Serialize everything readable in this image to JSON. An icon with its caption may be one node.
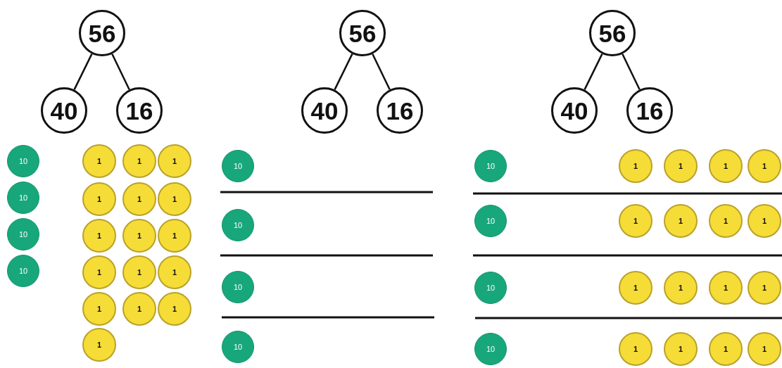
{
  "diagram": {
    "nodes": [
      {
        "text": [
          "56"
        ]
      },
      {
        "text": [
          "40"
        ]
      },
      {
        "text": [
          "16"
        ]
      },
      {
        "text": [
          "10"
        ]
      },
      {
        "text": [
          "10"
        ]
      },
      {
        "text": [
          "10"
        ]
      },
      {
        "text": [
          "10"
        ]
      },
      {
        "text": [
          "1"
        ]
      },
      {
        "text": [
          "1"
        ]
      },
      {
        "text": [
          "1"
        ]
      },
      {
        "text": [
          "1"
        ]
      },
      {
        "text": [
          "1"
        ]
      },
      {
        "text": [
          "1"
        ]
      },
      {
        "text": [
          "1"
        ]
      },
      {
        "text": [
          "1"
        ]
      },
      {
        "text": [
          "1"
        ]
      },
      {
        "text": [
          "1"
        ]
      },
      {
        "text": [
          "1"
        ]
      },
      {
        "text": [
          "1"
        ]
      },
      {
        "text": [
          "1"
        ]
      },
      {
        "text": [
          "1"
        ]
      },
      {
        "text": [
          "1"
        ]
      },
      {
        "text": [
          "1"
        ]
      },
      {
        "text": [
          "56"
        ]
      },
      {
        "text": [
          "40"
        ]
      },
      {
        "text": [
          "16"
        ]
      },
      {
        "text": [
          "10"
        ]
      },
      {
        "text": [
          "10"
        ]
      },
      {
        "text": [
          "10"
        ]
      },
      {
        "text": [
          "10"
        ]
      },
      {
        "text": [
          "56"
        ]
      },
      {
        "text": [
          "40"
        ]
      },
      {
        "text": [
          "16"
        ]
      },
      {
        "text": [
          "10"
        ]
      },
      {
        "text": [
          "1"
        ]
      },
      {
        "text": [
          "1"
        ]
      },
      {
        "text": [
          "1"
        ]
      },
      {
        "text": [
          "1"
        ]
      },
      {
        "text": [
          "10"
        ]
      },
      {
        "text": [
          "1"
        ]
      },
      {
        "text": [
          "1"
        ]
      },
      {
        "text": [
          "1"
        ]
      },
      {
        "text": [
          "1"
        ]
      },
      {
        "text": [
          "10"
        ]
      },
      {
        "text": [
          "1"
        ]
      },
      {
        "text": [
          "1"
        ]
      },
      {
        "text": [
          "1"
        ]
      },
      {
        "text": [
          "1"
        ]
      },
      {
        "text": [
          "10"
        ]
      },
      {
        "text": [
          "1"
        ]
      },
      {
        "text": [
          "1"
        ]
      },
      {
        "text": [
          "1"
        ]
      },
      {
        "text": [
          "1"
        ]
      }
    ],
    "edges": [
      {
        "from": 0,
        "to": 1,
        "arrow": "none"
      },
      {
        "from": 0,
        "to": 2,
        "arrow": "none"
      },
      {
        "from": 23,
        "to": 24,
        "arrow": "none"
      },
      {
        "from": 23,
        "to": 25,
        "arrow": "none"
      },
      {
        "from": 30,
        "to": 31,
        "arrow": "none"
      },
      {
        "from": 30,
        "to": 32,
        "arrow": "none"
      }
    ]
  }
}
